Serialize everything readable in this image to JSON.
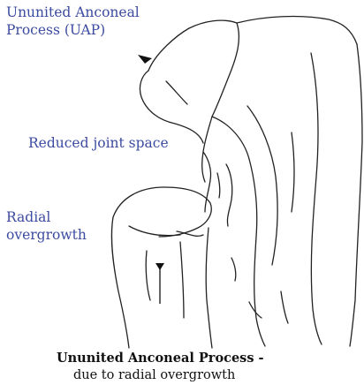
{
  "labels": {
    "uap_line1": "Ununited Anconeal",
    "uap_line2": "Process (UAP)",
    "joint_space": "Reduced joint space",
    "radial_line1": "Radial",
    "radial_line2": "overgrowth"
  },
  "caption": {
    "title": "Ununited Anconeal Process -",
    "subtitle": "due to radial overgrowth"
  },
  "colors": {
    "label": "#3b4ba0",
    "sketch": "#222222",
    "caption": "#111111"
  }
}
